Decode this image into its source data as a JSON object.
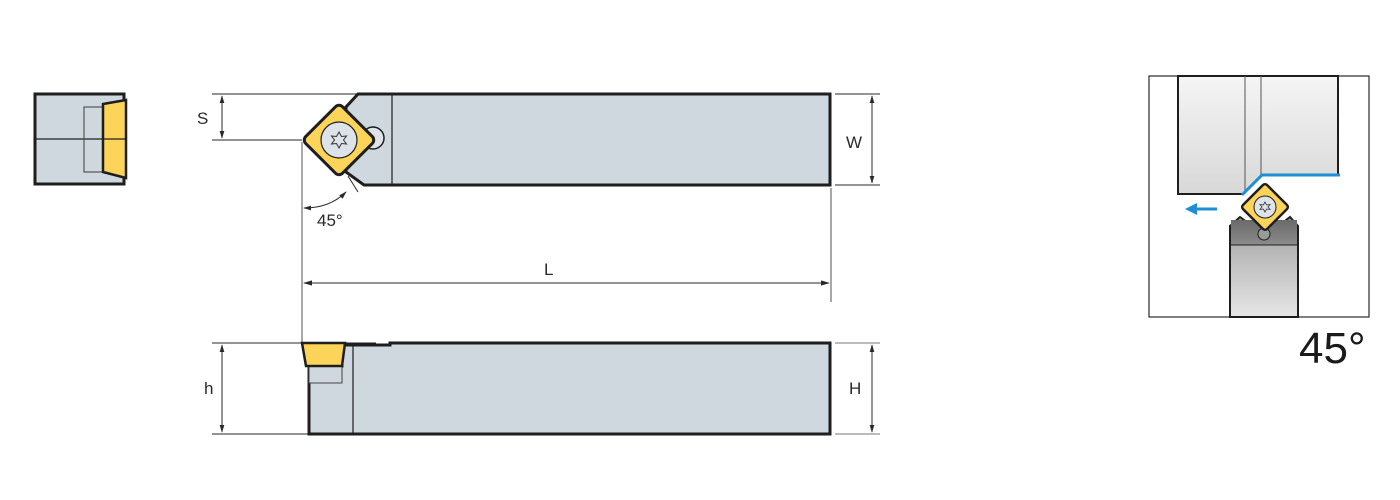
{
  "diagram": {
    "title": "Turning tool holder dimension drawing",
    "labels": {
      "S": "S",
      "W": "W",
      "L": "L",
      "h": "h",
      "H": "H",
      "approach_angle": "45°",
      "application_angle": "45°"
    },
    "colors": {
      "holder_body": "#cfd8de",
      "outline": "#1e1e1e",
      "insert": "#fcd45a",
      "screw": "#dde3e8",
      "dim_line": "#2a2a2a",
      "extension_line": "#7a7a7a",
      "feed_arrow": "#1e8fd6",
      "machined_path": "#1e8fd6"
    },
    "views": [
      {
        "name": "end-view",
        "description": "Front end view with insert"
      },
      {
        "name": "top-view",
        "description": "Top view showing square insert at 45° approach"
      },
      {
        "name": "side-view",
        "description": "Side view showing shank height"
      },
      {
        "name": "application-view",
        "description": "Application illustration with feed direction"
      }
    ],
    "icons": {
      "insert_screw": "torx-screw-icon",
      "feed_direction": "arrow-left-icon"
    }
  }
}
